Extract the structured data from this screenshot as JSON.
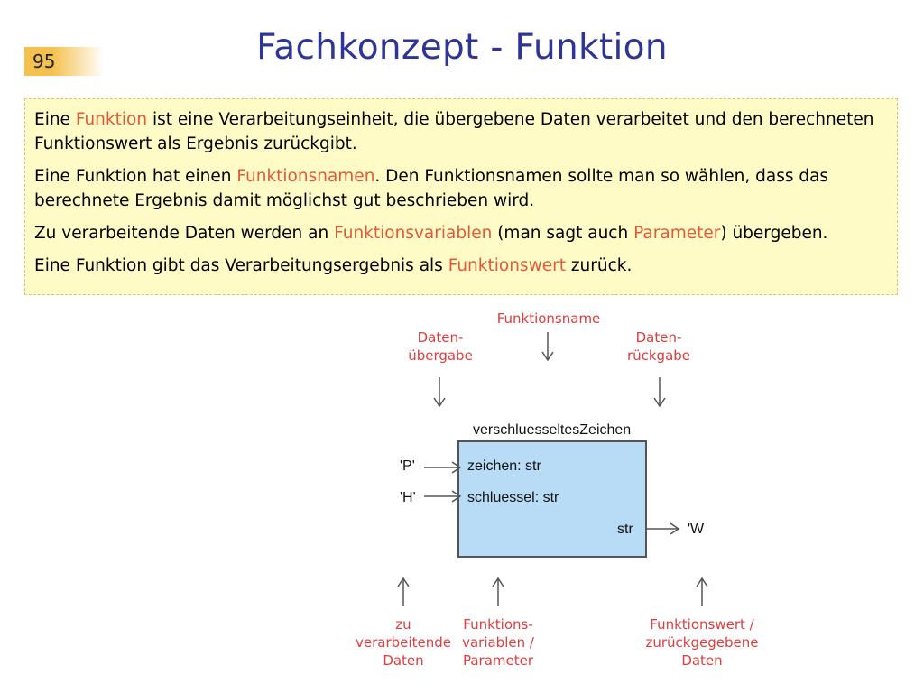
{
  "page": {
    "number": "95",
    "title": "Fachkonzept - Funktion"
  },
  "paragraphs": [
    {
      "segments": [
        {
          "text": "Eine ",
          "highlight": false
        },
        {
          "text": "Funktion",
          "highlight": true
        },
        {
          "text": " ist eine Verarbeitungseinheit, die übergebene Daten verarbeitet und den berechneten Funktionswert als Ergebnis zurückgibt.",
          "highlight": false
        }
      ]
    },
    {
      "segments": [
        {
          "text": "Eine Funktion hat einen ",
          "highlight": false
        },
        {
          "text": "Funktionsnamen",
          "highlight": true
        },
        {
          "text": ". Den Funktionsnamen sollte man so wählen, dass das berechnete Ergebnis damit möglichst gut beschrieben wird.",
          "highlight": false
        }
      ]
    },
    {
      "segments": [
        {
          "text": "Zu verarbeitende Daten werden an ",
          "highlight": false
        },
        {
          "text": "Funktionsvariablen",
          "highlight": true
        },
        {
          "text": " (man sagt auch ",
          "highlight": false
        },
        {
          "text": "Parameter",
          "highlight": true
        },
        {
          "text": ") übergeben.",
          "highlight": false
        }
      ]
    },
    {
      "segments": [
        {
          "text": "Eine Funktion gibt das Verarbeitungsergebnis als ",
          "highlight": false
        },
        {
          "text": "Funktionswert",
          "highlight": true
        },
        {
          "text": " zurück.",
          "highlight": false
        }
      ]
    }
  ],
  "diagram": {
    "function_name": "verschluesseltesZeichen",
    "params": [
      "zeichen: str",
      "schluessel: str"
    ],
    "inputs": [
      "'P'",
      "'H'"
    ],
    "return_type": "str",
    "output": "'W",
    "annotations": {
      "top_name": "Funktionsname",
      "top_left": "Daten-\nübergabe",
      "top_right": "Daten-\nrückgabe",
      "bottom_left": "zu\nverarbeitende\nDaten",
      "bottom_mid": "Funktions-\nvariablen /\nParameter",
      "bottom_right": "Funktionswert /\nzurückgegebene\nDaten"
    }
  },
  "colors": {
    "title": "#2f3594",
    "highlight": "#e2593a",
    "annotation": "#e03c3c",
    "box": "#b9dcf6",
    "note_bg": "#fffbc6"
  }
}
